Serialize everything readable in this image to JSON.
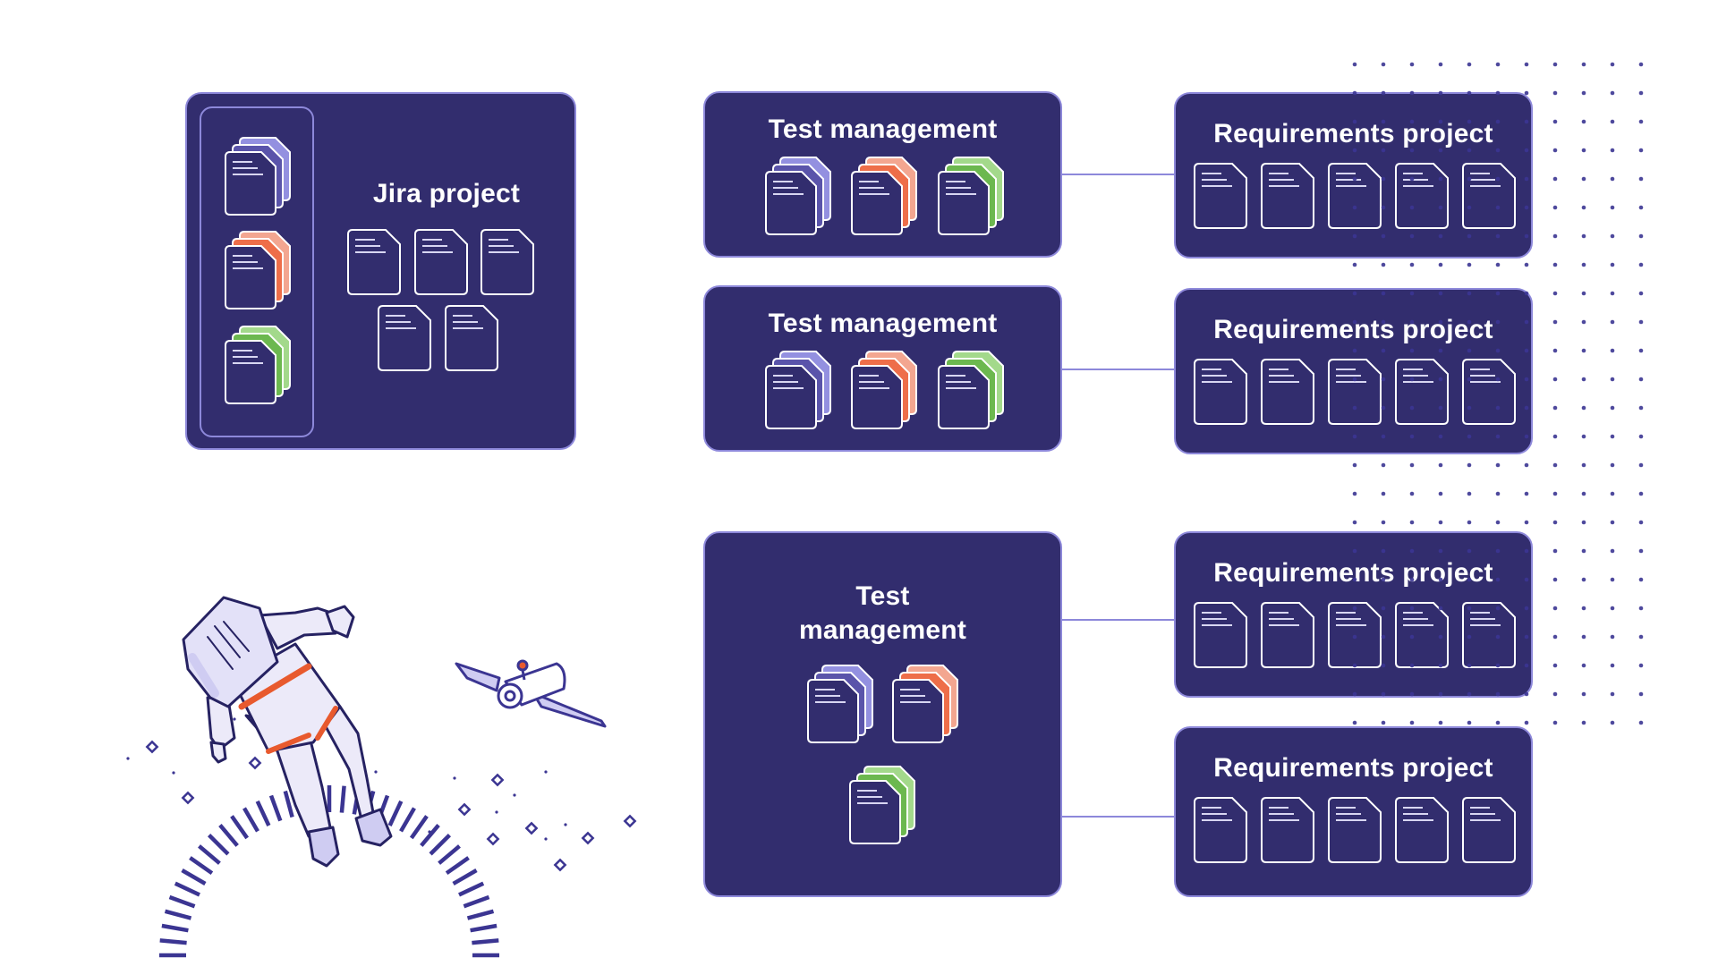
{
  "diagram": {
    "jira_project": {
      "title": "Jira project",
      "side_stacks": [
        {
          "icon": "document-stack-icon",
          "color": "purple"
        },
        {
          "icon": "document-stack-icon",
          "color": "orange"
        },
        {
          "icon": "document-stack-icon",
          "color": "green"
        }
      ],
      "document_count": 5
    },
    "test_management_boxes": [
      {
        "title": "Test management",
        "stacks": [
          "purple",
          "orange",
          "green"
        ],
        "linked_requirements": [
          0
        ]
      },
      {
        "title": "Test management",
        "stacks": [
          "purple",
          "orange",
          "green"
        ],
        "linked_requirements": [
          1
        ]
      },
      {
        "title_line1": "Test",
        "title_line2": "management",
        "stacks": [
          "purple",
          "orange",
          "green"
        ],
        "linked_requirements": [
          2,
          3
        ]
      }
    ],
    "requirements_projects": [
      {
        "title": "Requirements project",
        "document_count": 5
      },
      {
        "title": "Requirements project",
        "document_count": 5
      },
      {
        "title": "Requirements project",
        "document_count": 5
      },
      {
        "title": "Requirements project",
        "document_count": 5
      }
    ],
    "illustration": {
      "elements": [
        "astronaut",
        "satellite",
        "stars",
        "planet-horizon-arc",
        "dot-grid"
      ]
    }
  },
  "colors": {
    "box_fill": "#322d6e",
    "box_border": "#8d88da",
    "dot_color": "#3b3592",
    "purple_back": "#9390e0",
    "purple_mid": "#5a54aa",
    "orange_back": "#f3a690",
    "orange_mid": "#ee6e49",
    "green_back": "#a3d98b",
    "green_mid": "#6cb84f",
    "suit_shade": "#dcdaf6",
    "suit_stripe": "#e85a2e",
    "outline": "#262262"
  }
}
